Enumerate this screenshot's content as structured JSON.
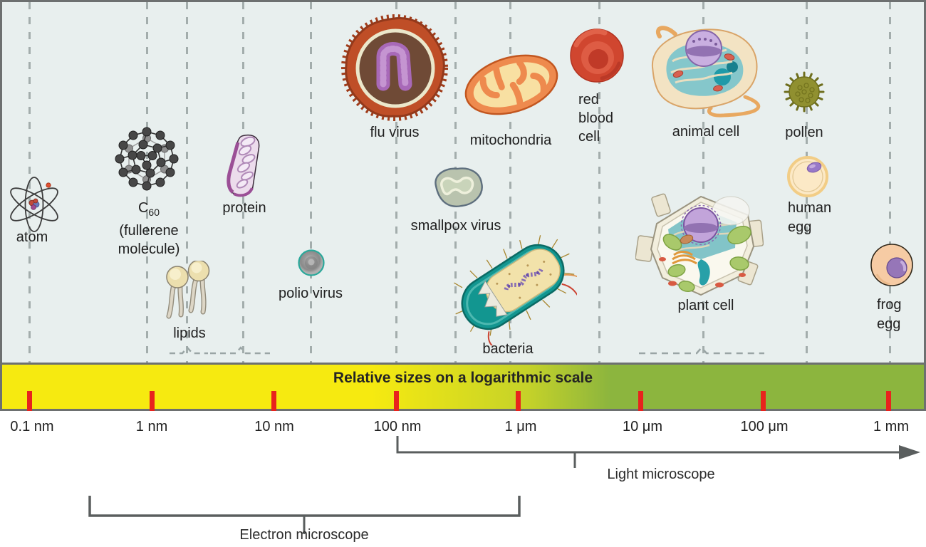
{
  "diagram": {
    "panel_labels": {
      "atom": "atom",
      "c60_element": "C",
      "c60_subscript": "60",
      "c60_description": "(fullerene\nmolecule)",
      "lipids": "lipids",
      "protein": "protein",
      "polio_virus": "polio virus",
      "flu_virus": "flu virus",
      "smallpox_virus": "smallpox virus",
      "mitochondria": "mitochondria",
      "bacteria": "bacteria",
      "red_blood_cell": "red\nblood\ncell",
      "animal_cell": "animal cell",
      "pollen": "pollen",
      "human_egg": "human\negg",
      "plant_cell": "plant cell",
      "frog_egg": "frog\negg"
    },
    "scale_bar": {
      "title": "Relative sizes on a logarithmic scale",
      "tick_labels": [
        "0.1 nm",
        "1 nm",
        "10 nm",
        "100 nm",
        "1 μm",
        "10 μm",
        "100 μm",
        "1 mm"
      ],
      "tick_color": "#e8231d",
      "gradient_start": "#f6ea10",
      "gradient_end": "#8cb53e"
    },
    "annotations": {
      "light_microscope": "Light microscope",
      "electron_microscope": "Electron microscope"
    },
    "colors": {
      "panel_background": "#e8efee",
      "panel_border": "#6d7070",
      "gridline": "#a3adac",
      "text": "#1f1f1f",
      "annotation_line": "#5a5e5e"
    }
  }
}
